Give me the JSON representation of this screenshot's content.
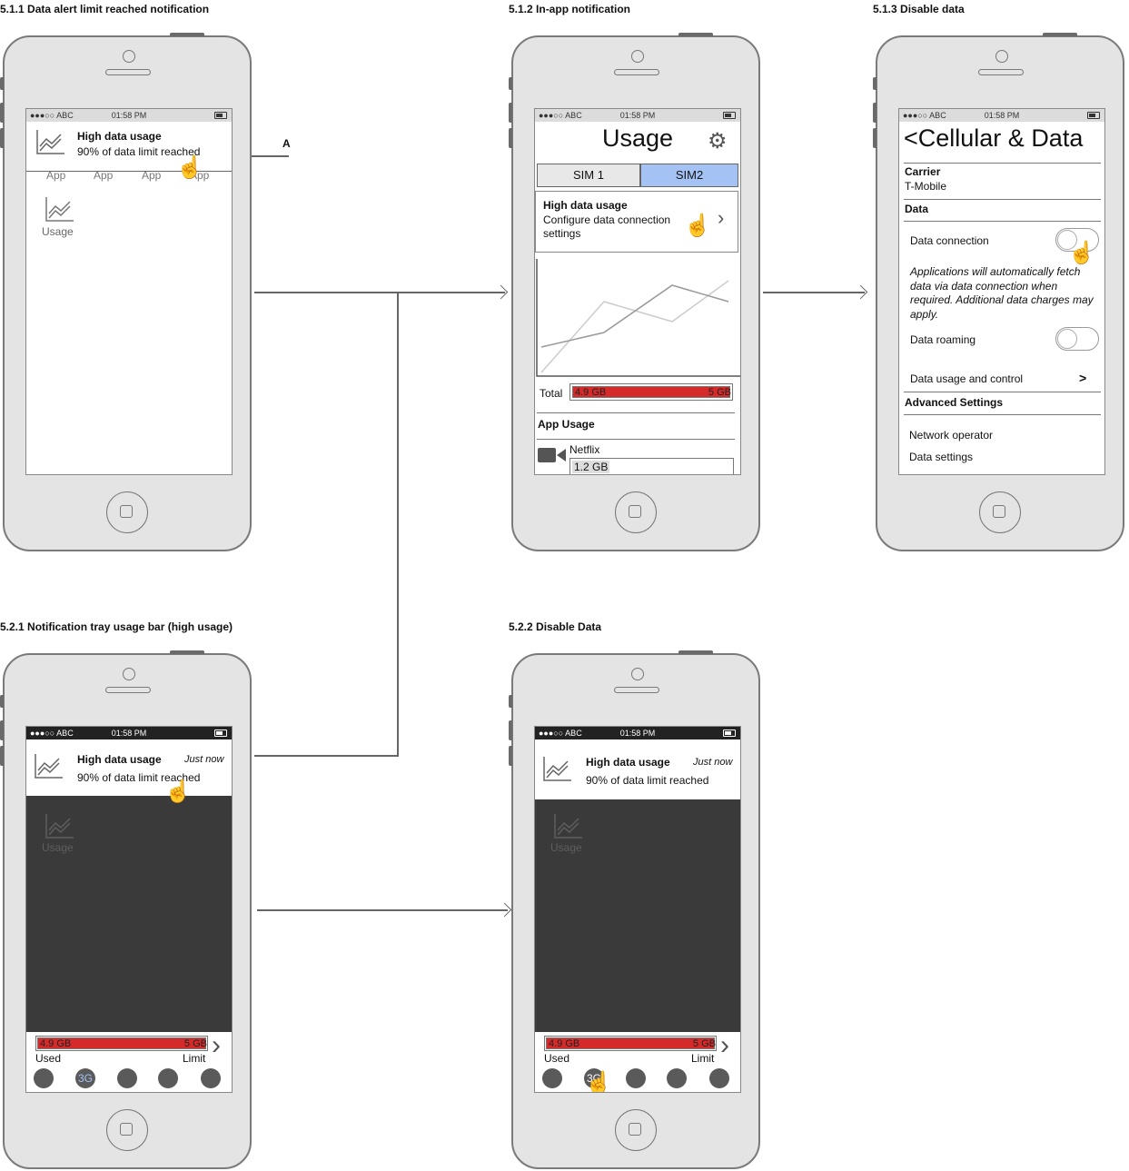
{
  "labels": {
    "l511": "5.1.1 Data alert limit reached notification",
    "l512": "5.1.2 In-app notification",
    "l513": "5.1.3 Disable data",
    "l521": "5.2.1 Notification tray usage bar (high usage)",
    "l522": "5.2.2 Disable Data"
  },
  "annotation": "A",
  "status": {
    "signal": "●●●○○ ABC",
    "time": "01:58 PM"
  },
  "notification": {
    "title": "High data usage",
    "body": "90% of data limit reached",
    "time": "Just now"
  },
  "home": {
    "apps": [
      "App",
      "App",
      "App",
      "App"
    ],
    "usage_label": "Usage"
  },
  "usage_app": {
    "title": "Usage",
    "tabs": [
      "SIM 1",
      "SIM2"
    ],
    "alert_title": "High data usage",
    "alert_body": "Configure data connection settings",
    "total_label": "Total",
    "total_used": "4.9 GB",
    "total_limit": "5 GB",
    "app_usage_title": "App Usage",
    "app_name": "Netflix",
    "app_value": "1.2 GB"
  },
  "cellular": {
    "title": "<Cellular & Data",
    "carrier_label": "Carrier",
    "carrier_value": "T-Mobile",
    "data_section": "Data",
    "data_connection": "Data connection",
    "data_note": "Applications will automatically fetch data via data connection when required. Additional data charges may apply.",
    "data_roaming": "Data roaming",
    "usage_control": "Data usage and control",
    "usage_control_arrow": ">",
    "advanced": "Advanced Settings",
    "network_operator": "Network operator",
    "data_settings": "Data settings"
  },
  "tray": {
    "used": "4.9 GB",
    "limit": "5 GB",
    "used_label": "Used",
    "limit_label": "Limit",
    "toggle_3g": "3G",
    "used_fraction": 0.98
  },
  "colors": {
    "accent_blue": "#a4c2f4",
    "alert_red": "#d42a2a",
    "tray_dark": "#3a3a3a"
  }
}
